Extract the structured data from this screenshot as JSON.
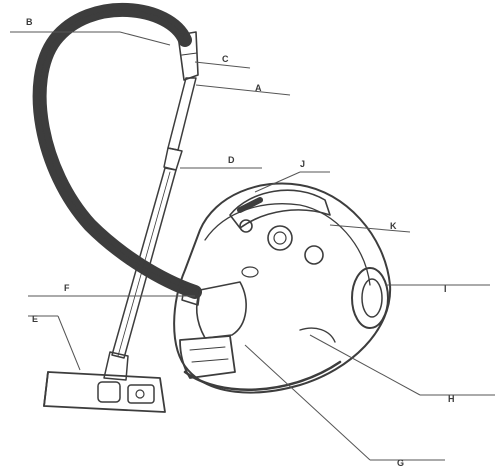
{
  "diagram": {
    "parts": [
      {
        "id": "B",
        "label": "B"
      },
      {
        "id": "C",
        "label": "C"
      },
      {
        "id": "A",
        "label": "A"
      },
      {
        "id": "D",
        "label": "D"
      },
      {
        "id": "J",
        "label": "J"
      },
      {
        "id": "K",
        "label": "K"
      },
      {
        "id": "I",
        "label": "I"
      },
      {
        "id": "F",
        "label": "F"
      },
      {
        "id": "E",
        "label": "E"
      },
      {
        "id": "H",
        "label": "H"
      },
      {
        "id": "G",
        "label": "G"
      }
    ],
    "colors": {
      "ink": "#3d3d3d",
      "shade": "#555555",
      "dark": "#2a2a2a",
      "background": "#ffffff"
    }
  }
}
